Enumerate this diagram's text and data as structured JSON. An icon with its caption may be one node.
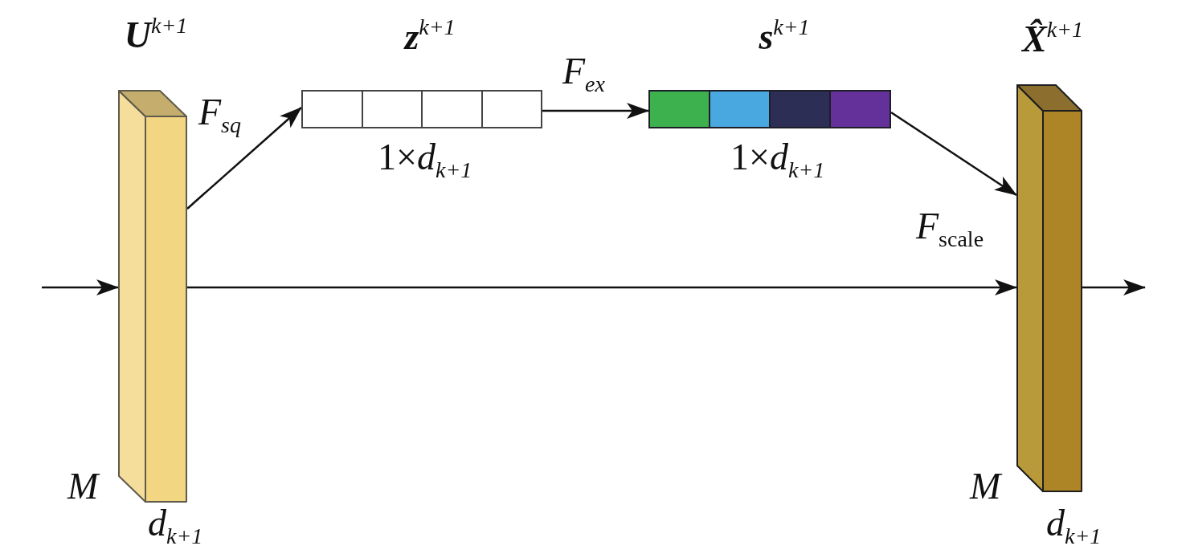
{
  "diagram": {
    "nodes": [
      {
        "text": [
          "**U**$^{k+1}$"
        ],
        "beside": [
          "M",
          "d$_{k+1}$"
        ]
      },
      {
        "text": [
          "**z**$^{k+1}$"
        ],
        "beside": [
          "1×*d*$_{k+1}$"
        ]
      },
      {
        "text": [
          "**s**$^{k+1}$"
        ],
        "beside": [
          "1×*d*$_{k+1}$"
        ]
      },
      {
        "text": [
          "**X̂**$^{k+1}$"
        ],
        "beside": [
          "M",
          "d$_{k+1}$"
        ]
      }
    ],
    "edges": [
      {
        "from": null,
        "to": 0,
        "arrow": "to"
      },
      {
        "from": 0,
        "to": 1,
        "arrow": "to",
        "label": "F$_{sq}$"
      },
      {
        "from": 1,
        "to": 2,
        "arrow": "to",
        "label": "F$_{ex}$"
      },
      {
        "from": 2,
        "to": 3,
        "arrow": "to",
        "label": "F$_{scale}$"
      },
      {
        "from": 0,
        "to": 3,
        "arrow": "to"
      },
      {
        "from": 3,
        "to": null,
        "arrow": "to"
      }
    ]
  }
}
